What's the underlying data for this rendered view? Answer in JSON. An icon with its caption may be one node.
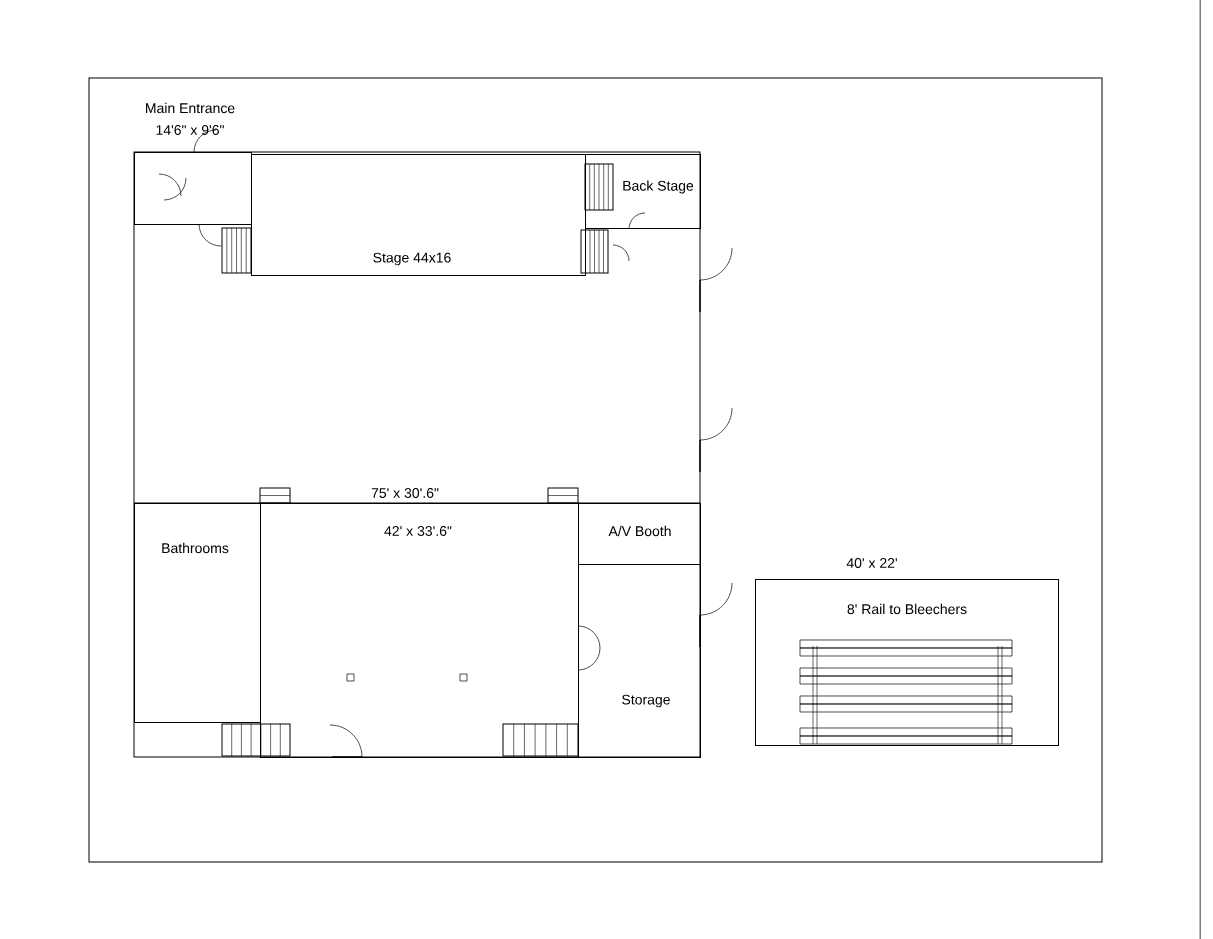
{
  "diagram": {
    "nodes": [
      {
        "text": [
          "Main Entrance",
          "14'6\" x 9'6\""
        ]
      },
      {
        "text": [
          "Stage 44x16"
        ]
      },
      {
        "text": [
          "Back Stage"
        ]
      },
      {
        "text": [
          "Bathrooms"
        ]
      },
      {
        "text": [
          "42' x 33'.6\""
        ]
      },
      {
        "text": [
          "A/V Booth"
        ]
      },
      {
        "text": [
          "Storage"
        ]
      },
      {
        "text": [
          "40' x 22'",
          "8' Rail to Bleechers"
        ]
      }
    ],
    "labels": [
      "75' x 30'.6\""
    ]
  }
}
